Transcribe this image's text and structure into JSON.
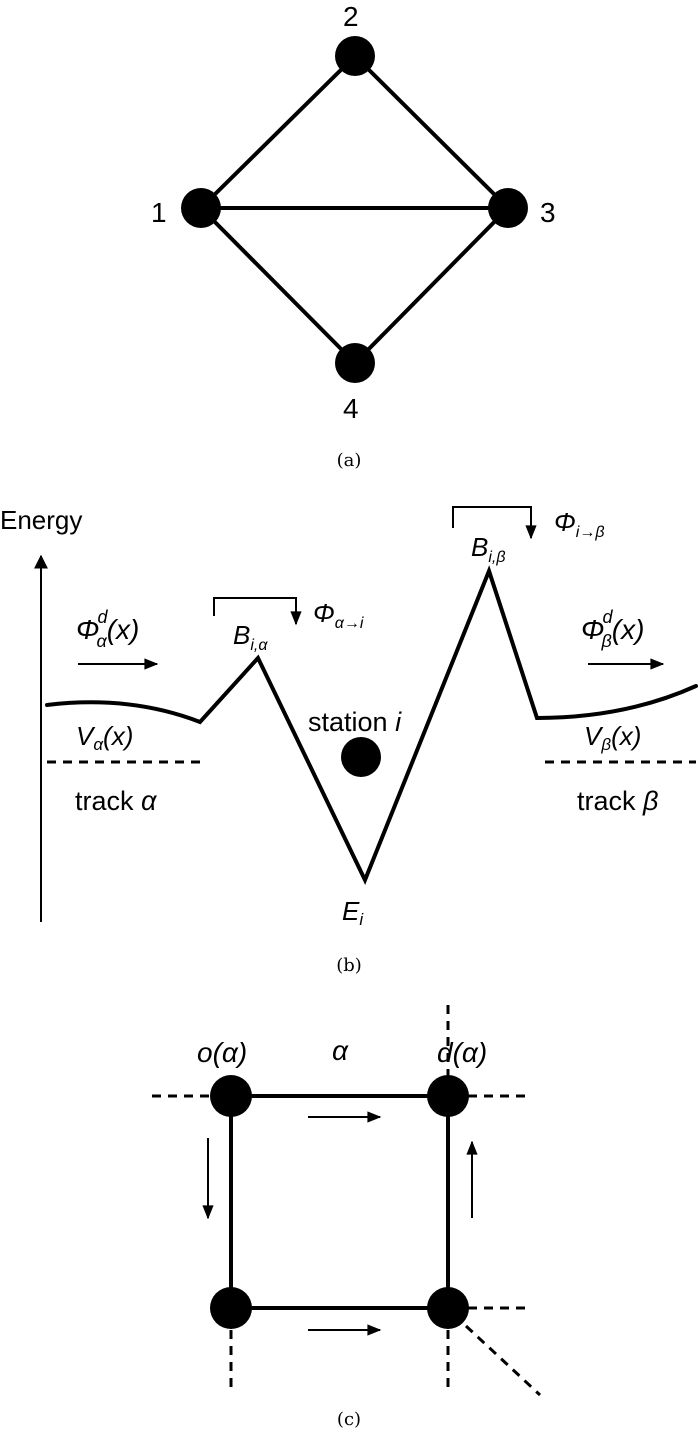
{
  "panel_a": {
    "caption": "(a)",
    "nodes": [
      "1",
      "2",
      "3",
      "4"
    ]
  },
  "panel_b": {
    "caption": "(b)",
    "energy_label": "Energy",
    "phi_alpha_d": {
      "base": "Φ",
      "sup": "d",
      "sub": "α",
      "arg": "(x)"
    },
    "phi_beta_d": {
      "base": "Φ",
      "sup": "d",
      "sub": "β",
      "arg": "(x)"
    },
    "phi_alpha_to_i": {
      "base": "Φ",
      "sub": "α→i"
    },
    "phi_i_to_beta": {
      "base": "Φ",
      "sub": "i→β"
    },
    "b_i_alpha": {
      "base": "B",
      "sub": "i,α"
    },
    "b_i_beta": {
      "base": "B",
      "sub": "i,β"
    },
    "v_alpha": {
      "base": "V",
      "sub": "α",
      "arg": "(x)"
    },
    "v_beta": {
      "base": "V",
      "sub": "β",
      "arg": "(x)"
    },
    "station_label": "station",
    "station_index": "i",
    "e_i": {
      "base": "E",
      "sub": "i"
    },
    "track_alpha": {
      "word": "track",
      "symbol": "α"
    },
    "track_beta": {
      "word": "track",
      "symbol": "β"
    }
  },
  "panel_c": {
    "caption": "(c)",
    "origin_label": "o(α)",
    "dest_label": "d(α)",
    "edge_label": "α"
  }
}
